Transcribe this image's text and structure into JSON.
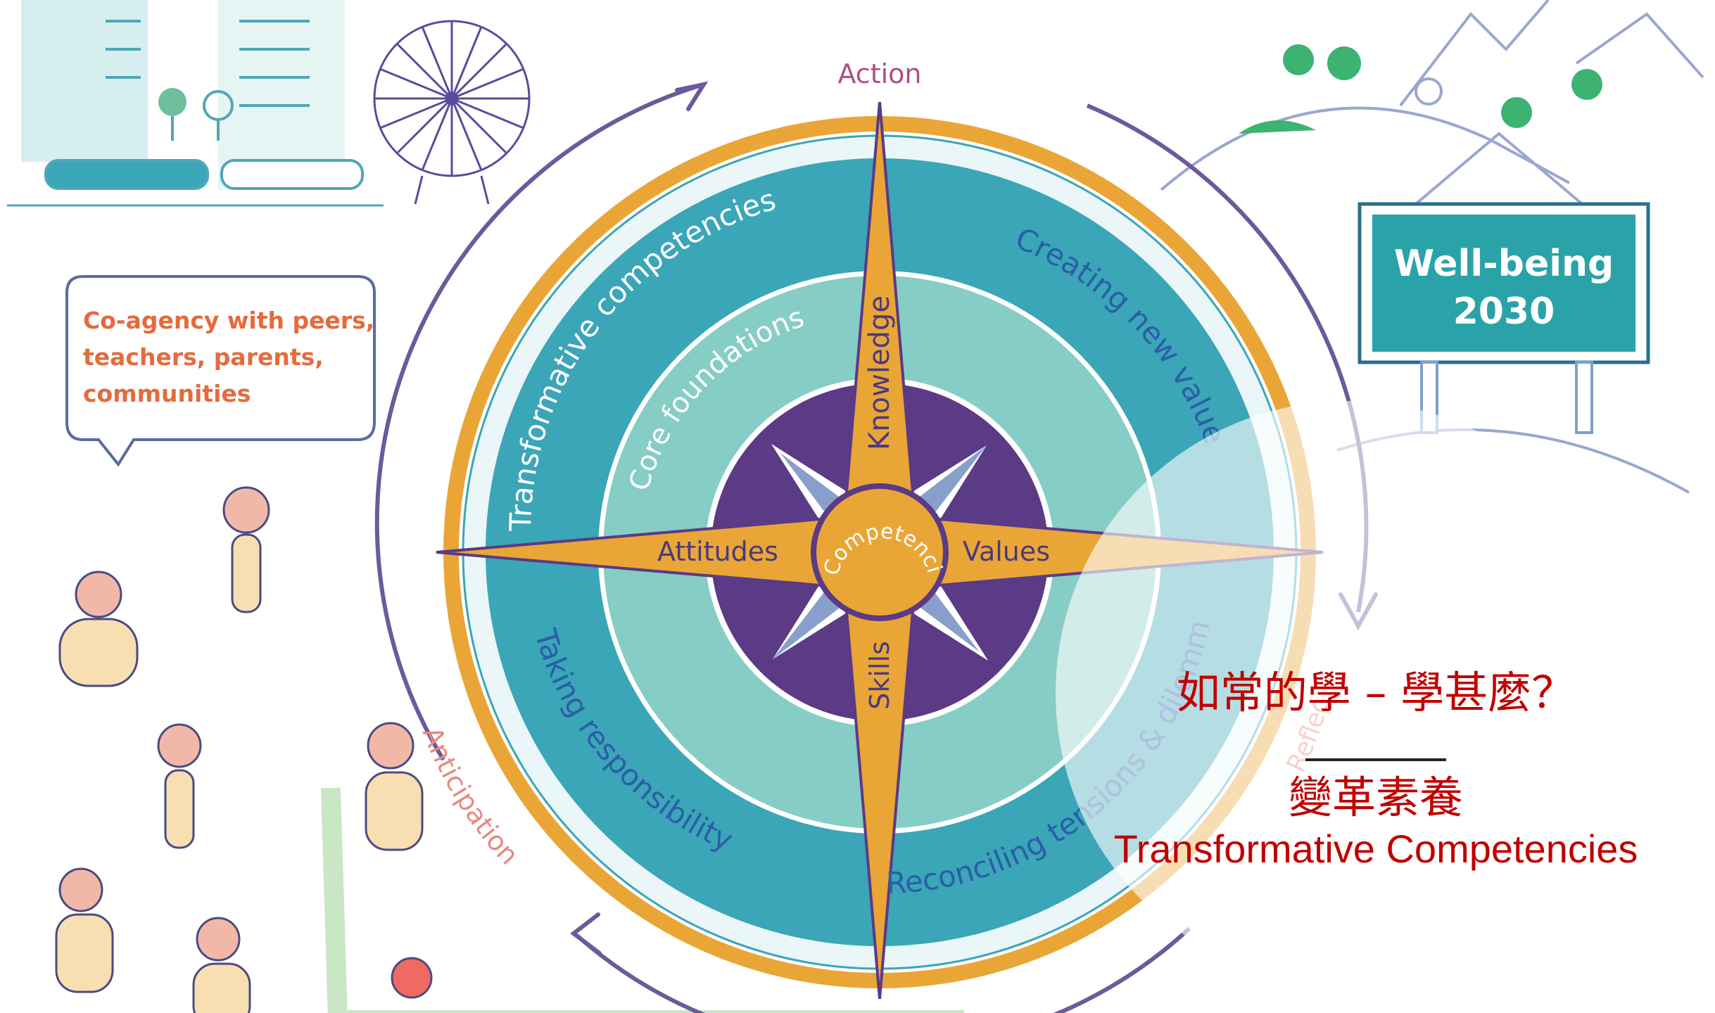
{
  "compass": {
    "direction_top": "Action",
    "direction_left": "Anticipation",
    "direction_right": "Reflection",
    "outer_ring_labels": [
      "Transformative competencies",
      "Creating new value",
      "Taking responsibility",
      "Reconciling tensions & dilemmas"
    ],
    "middle_ring_label": "Core foundations",
    "points": [
      "Knowledge",
      "Values",
      "Skills",
      "Attitudes"
    ],
    "center": "Competencies"
  },
  "speech_bubble": {
    "lines": [
      "Co-agency with peers,",
      "teachers, parents,",
      "communities"
    ]
  },
  "signboard": {
    "line1": "Well-being",
    "line2": "2030"
  },
  "title_overlay": {
    "main": "如常的學 – 學甚麼？",
    "zh": "變革素養",
    "en": "Transformative Competencies"
  },
  "colors": {
    "outer_ring": "#3aa6b7",
    "middle_ring": "#86cdc5",
    "inner_disc": "#5b3a86",
    "compass_points": "#e9a637",
    "orange_border": "#e9a637",
    "arrow_purple": "#6b5a9c",
    "title_red": "#c00000",
    "bubble_text": "#e56b3c",
    "signboard": "#2aa3a8"
  }
}
